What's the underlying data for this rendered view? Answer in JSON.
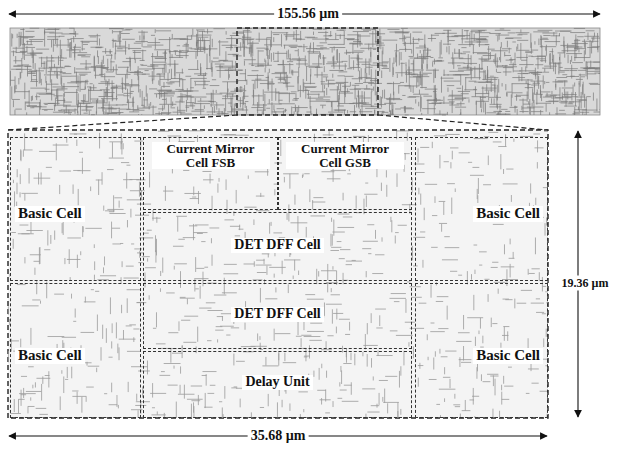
{
  "diagram": {
    "nodes": [
      {
        "text": [
          "Basic Cell"
        ]
      },
      {
        "text": [
          "Current Mirror Cell FSB"
        ]
      },
      {
        "text": [
          "Current Mirror Cell GSB"
        ]
      },
      {
        "text": [
          "Basic Cell"
        ]
      },
      {
        "text": [
          "DET DFF Cell"
        ]
      },
      {
        "text": [
          "DET DFF Cell"
        ]
      },
      {
        "text": [
          "Basic Cell"
        ]
      },
      {
        "text": [
          "Delay Unit"
        ]
      },
      {
        "text": [
          "Basic Cell"
        ]
      }
    ],
    "labels": [
      "155.56 µm",
      "19.36 µm",
      "35.68 µm"
    ]
  }
}
